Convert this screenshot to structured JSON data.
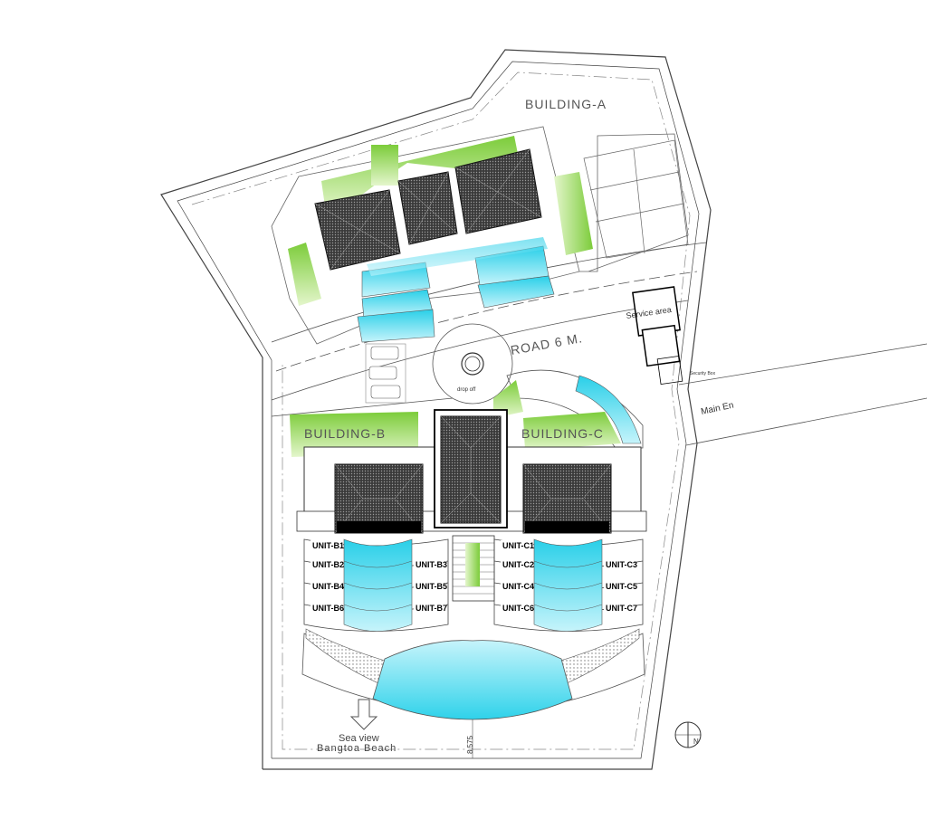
{
  "labels": {
    "building_a": "BUILDING-A",
    "building_b": "BUILDING-B",
    "building_c": "BUILDING-C",
    "road": "ROAD 6 M.",
    "drop_off": "drop off",
    "service_area": "Service area",
    "security_box": "Security Box",
    "main_entrance": "Main En",
    "sea_view": "Sea view",
    "beach": "Bangtoa Beach",
    "dimension": "8.575",
    "north": "N"
  },
  "units_b": [
    "UNIT-B1",
    "UNIT-B2",
    "UNIT-B3",
    "UNIT-B4",
    "UNIT-B5",
    "UNIT-B6",
    "UNIT-B7"
  ],
  "units_c": [
    "UNIT-C1",
    "UNIT-C2",
    "UNIT-C3",
    "UNIT-C4",
    "UNIT-C5",
    "UNIT-C6",
    "UNIT-C7"
  ],
  "colors": {
    "lawn": "#8fd14f",
    "lawn_light": "#c8ec9a",
    "pool": "#33d6ee",
    "pool_light": "#b9f2fa",
    "roof": "#2a2a2a",
    "line": "#555555"
  }
}
